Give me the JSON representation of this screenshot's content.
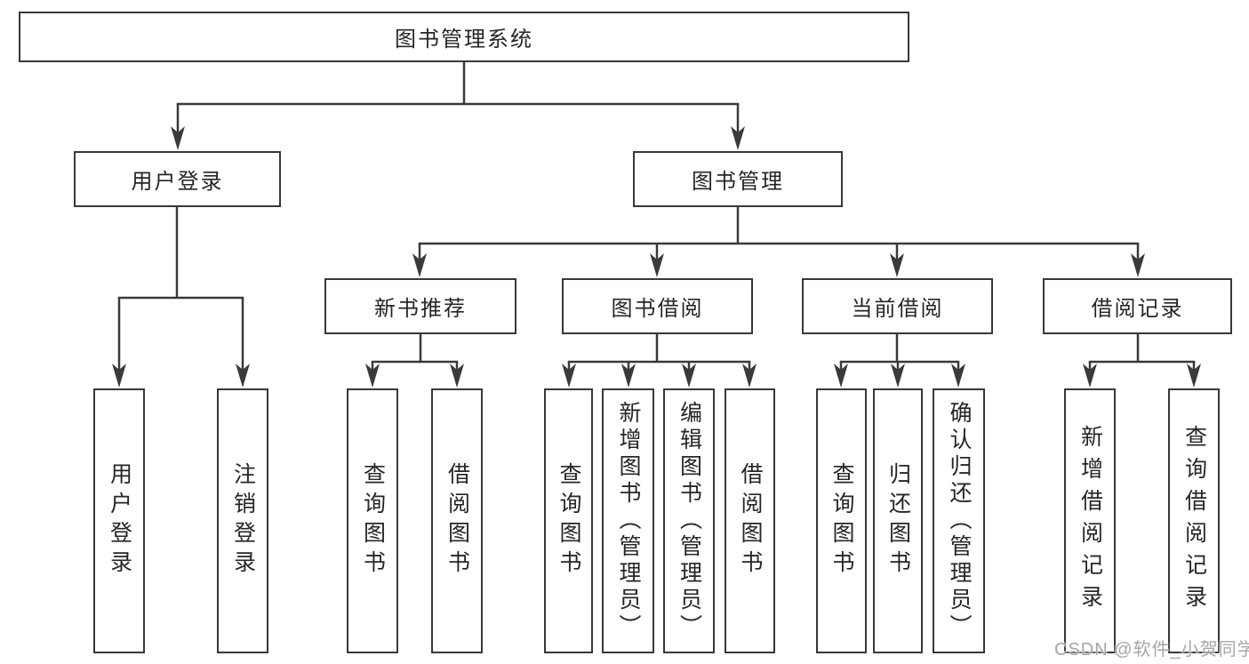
{
  "diagram": {
    "root": {
      "label": "图书管理系统"
    },
    "branches": [
      {
        "label": "用户登录",
        "children": [
          {
            "label": "用户登录"
          },
          {
            "label": "注销登录"
          }
        ]
      },
      {
        "label": "图书管理",
        "groups": [
          {
            "label": "新书推荐",
            "children": [
              {
                "label": "查询图书"
              },
              {
                "label": "借阅图书"
              }
            ]
          },
          {
            "label": "图书借阅",
            "children": [
              {
                "label": "查询图书"
              },
              {
                "label": "新增图书（管理员）"
              },
              {
                "label": "编辑图书（管理员）"
              },
              {
                "label": "借阅图书"
              }
            ]
          },
          {
            "label": "当前借阅",
            "children": [
              {
                "label": "查询图书"
              },
              {
                "label": "归还图书"
              },
              {
                "label": "确认归还（管理员）"
              }
            ]
          },
          {
            "label": "借阅记录",
            "children": [
              {
                "label": "新增借阅记录"
              },
              {
                "label": "查询借阅记录"
              }
            ]
          }
        ]
      }
    ]
  },
  "watermark": {
    "text": "CSDN @软件_小贺同学"
  },
  "colors": {
    "line": "#3a3a3a",
    "border": "#383838",
    "text": "#262626",
    "background": "#ffffff",
    "watermark": "#a6a6a6"
  }
}
